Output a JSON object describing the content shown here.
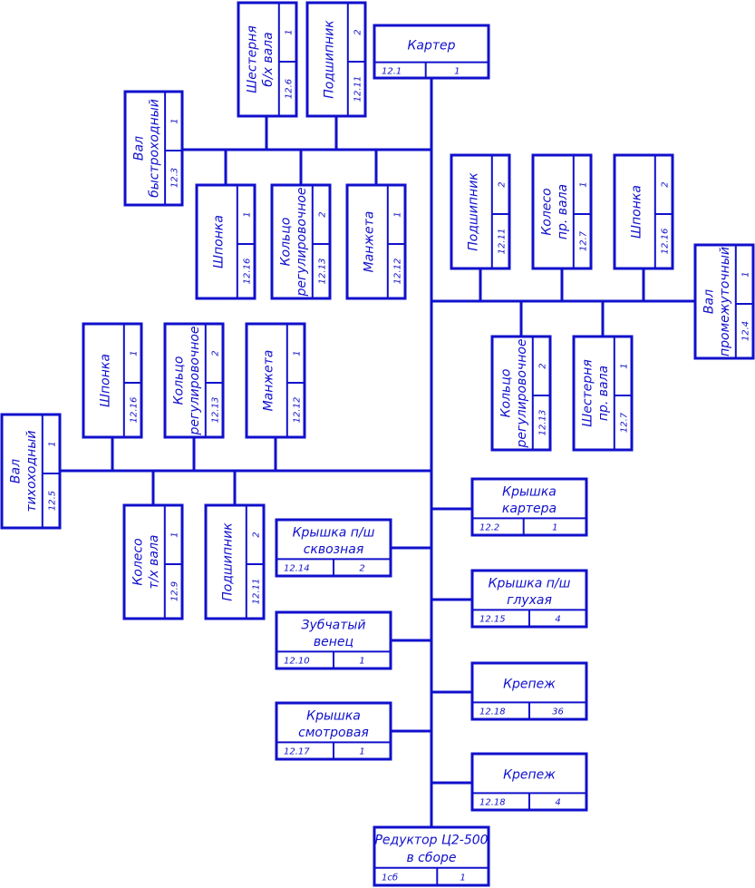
{
  "diagram_title": "",
  "color": "#1010cc",
  "nodes": {
    "karter": {
      "name": [
        "Картер"
      ],
      "code": "12.1",
      "qty": "1"
    },
    "shest_bx": {
      "name": [
        "Шестерня",
        "б/х вала"
      ],
      "code": "12.6",
      "qty": "1"
    },
    "podsh_top": {
      "name": [
        "Подшипник"
      ],
      "code": "12.11",
      "qty": "2"
    },
    "val_bystr": {
      "name": [
        "Вал",
        "быстроходный"
      ],
      "code": "12.3",
      "qty": "1"
    },
    "shponka_a": {
      "name": [
        "Шпонка"
      ],
      "code": "12.16",
      "qty": "1"
    },
    "kolco_a": {
      "name": [
        "Кольцо",
        "регулировочное"
      ],
      "code": "12.13",
      "qty": "2"
    },
    "manzh_a": {
      "name": [
        "Манжета"
      ],
      "code": "12.12",
      "qty": "1"
    },
    "podsh_mid": {
      "name": [
        "Подшипник"
      ],
      "code": "12.11",
      "qty": "2"
    },
    "koleso_pr": {
      "name": [
        "Колесо",
        "пр. вала"
      ],
      "code": "12.7",
      "qty": "1"
    },
    "shponka_b": {
      "name": [
        "Шпонка"
      ],
      "code": "12.16",
      "qty": "2"
    },
    "val_prom": {
      "name": [
        "Вал",
        "промежуточный"
      ],
      "code": "12.4",
      "qty": "1"
    },
    "kolco_b": {
      "name": [
        "Кольцо",
        "регулировочное"
      ],
      "code": "12.13",
      "qty": "2"
    },
    "shest_pr": {
      "name": [
        "Шестерня",
        "пр. вала"
      ],
      "code": "12.7",
      "qty": "1"
    },
    "shponka_c": {
      "name": [
        "Шпонка"
      ],
      "code": "12.16",
      "qty": "1"
    },
    "kolco_c": {
      "name": [
        "Кольцо",
        "регулировочное"
      ],
      "code": "12.13",
      "qty": "2"
    },
    "manzh_c": {
      "name": [
        "Манжета"
      ],
      "code": "12.12",
      "qty": "1"
    },
    "val_tih": {
      "name": [
        "Вал",
        "тихоходный"
      ],
      "code": "12.5",
      "qty": "1"
    },
    "koleso_tx": {
      "name": [
        "Колесо",
        "т/х вала"
      ],
      "code": "12.9",
      "qty": "1"
    },
    "podsh_low": {
      "name": [
        "Подшипник"
      ],
      "code": "12.11",
      "qty": "2"
    },
    "kryshka_kart": {
      "name": [
        "Крышка",
        "картера"
      ],
      "code": "12.2",
      "qty": "1"
    },
    "kryshka_skv": {
      "name": [
        "Крышка п/ш",
        "сквозная"
      ],
      "code": "12.14",
      "qty": "2"
    },
    "kryshka_gl": {
      "name": [
        "Крышка п/ш",
        "глухая"
      ],
      "code": "12.15",
      "qty": "4"
    },
    "zub_venec": {
      "name": [
        "Зубчатый",
        "венец"
      ],
      "code": "12.10",
      "qty": "1"
    },
    "krepezh_a": {
      "name": [
        "Крепеж"
      ],
      "code": "12.18",
      "qty": "36"
    },
    "kryshka_smotr": {
      "name": [
        "Крышка",
        "смотровая"
      ],
      "code": "12.17",
      "qty": "1"
    },
    "krepezh_b": {
      "name": [
        "Крепеж"
      ],
      "code": "12.18",
      "qty": "4"
    },
    "reduktor": {
      "name": [
        "Редуктор Ц2-500",
        "в сборе"
      ],
      "code": "1сб",
      "qty": "1"
    }
  }
}
